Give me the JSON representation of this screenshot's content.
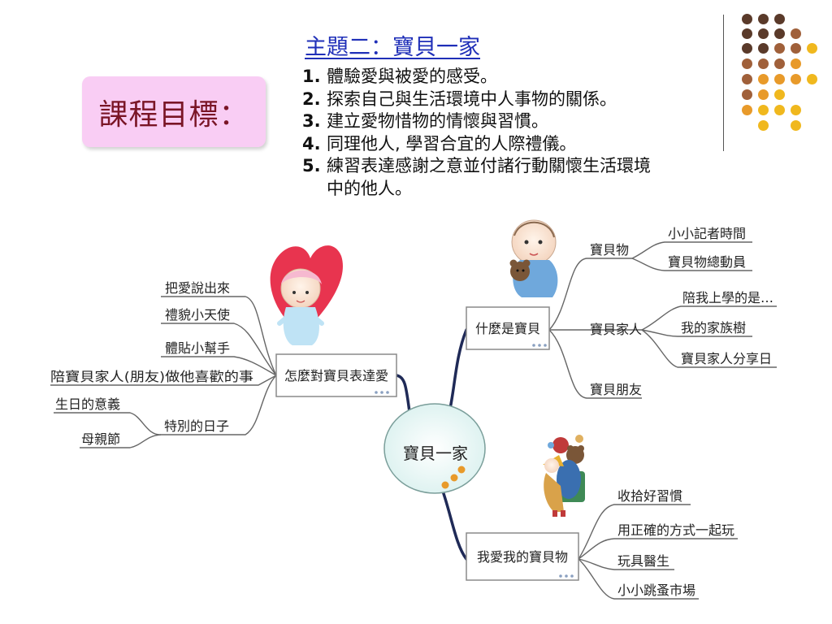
{
  "colors": {
    "goal_box": "#f9cdf4",
    "goal_text": "#7a1526",
    "title_blue": "#1f2fb8",
    "line_navy": "#1f2a57",
    "dot_dark": "#5a3a2a",
    "dot_brown": "#a0603a",
    "dot_orange": "#e89a2a",
    "dot_yellow": "#f0b81e"
  },
  "slide": {
    "goal_label": "課程目標：",
    "topic_title": "主題二：寶貝一家",
    "goals": [
      {
        "num": "1.",
        "text": "體驗愛與被愛的感受。"
      },
      {
        "num": "2.",
        "text": "探索自己與生活環境中人事物的關係。"
      },
      {
        "num": "3.",
        "text": "建立愛物惜物的情懷與習慣。"
      },
      {
        "num": "4.",
        "text": "同理他人, 學習合宜的人際禮儀。"
      },
      {
        "num": "5.",
        "text": "練習表達感謝之意並付諸行動關懷生活環境"
      }
    ],
    "goal5_cont": "中的他人。"
  },
  "mindmap": {
    "center": "寶貝一家",
    "love": {
      "label": "怎麼對寶貝表達愛",
      "leaves": [
        "把愛說出來",
        "禮貌小天使",
        "體貼小幫手",
        "陪寶貝家人(朋友)做他喜歡的事"
      ],
      "special": {
        "label": "特別的日子",
        "leaves": [
          "生日的意義",
          "母親節"
        ]
      }
    },
    "what": {
      "label": "什麼是寶貝",
      "groups": [
        {
          "label": "寶貝物",
          "leaves": [
            "小小記者時間",
            "寶貝物總動員"
          ]
        },
        {
          "label": "寶貝家人",
          "leaves": [
            "陪我上學的是…",
            "我的家族樹",
            "寶貝家人分享日"
          ]
        },
        {
          "label": "寶貝朋友",
          "leaves": []
        }
      ]
    },
    "mine": {
      "label": "我愛我的寶貝物",
      "leaves": [
        "收拾好習慣",
        "用正確的方式一起玩",
        "玩具醫生",
        "小小跳蚤市場"
      ]
    },
    "illustrations": [
      "heart-girl-illustration",
      "baby-toy-illustration",
      "toy-pile-illustration"
    ]
  }
}
